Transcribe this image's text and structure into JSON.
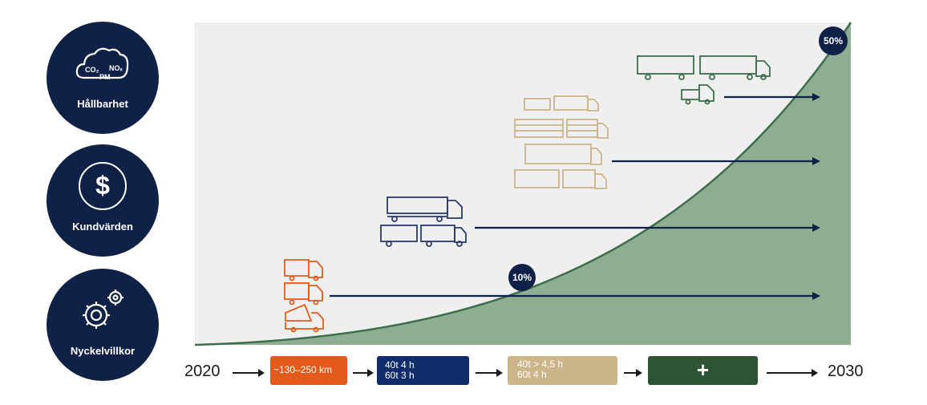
{
  "pillars": [
    {
      "label": "Hållbarhet",
      "icon": "cloud-emissions-icon",
      "sub": [
        "CO₂",
        "NOₓ",
        "PM"
      ]
    },
    {
      "label": "Kundvärden",
      "icon": "dollar-icon",
      "glyph": "$"
    },
    {
      "label": "Nyckelvillkor",
      "icon": "gears-icon"
    }
  ],
  "markers": [
    {
      "label": "10%",
      "value": 10
    },
    {
      "label": "50%",
      "value": 50
    }
  ],
  "timeline": {
    "start": "2020",
    "end": "2030",
    "steps": [
      {
        "lines": [
          "~130–250 km"
        ],
        "color": "#e35a1c"
      },
      {
        "lines": [
          "40t 4 h",
          "60t 3 h"
        ],
        "color": "#0f2d6b"
      },
      {
        "lines": [
          "40t > 4,5 h",
          "60t 4 h"
        ],
        "color": "#cdb58a"
      },
      {
        "lines": [
          "+"
        ],
        "color": "#2e5434"
      }
    ]
  },
  "colors": {
    "navy": "#0f2147",
    "orange": "#e35a1c",
    "blue": "#2b3a6e",
    "tan": "#cdb58a",
    "green": "#3d6e4b",
    "area_fill": "#8eae92",
    "area_bg": "#efefef"
  }
}
